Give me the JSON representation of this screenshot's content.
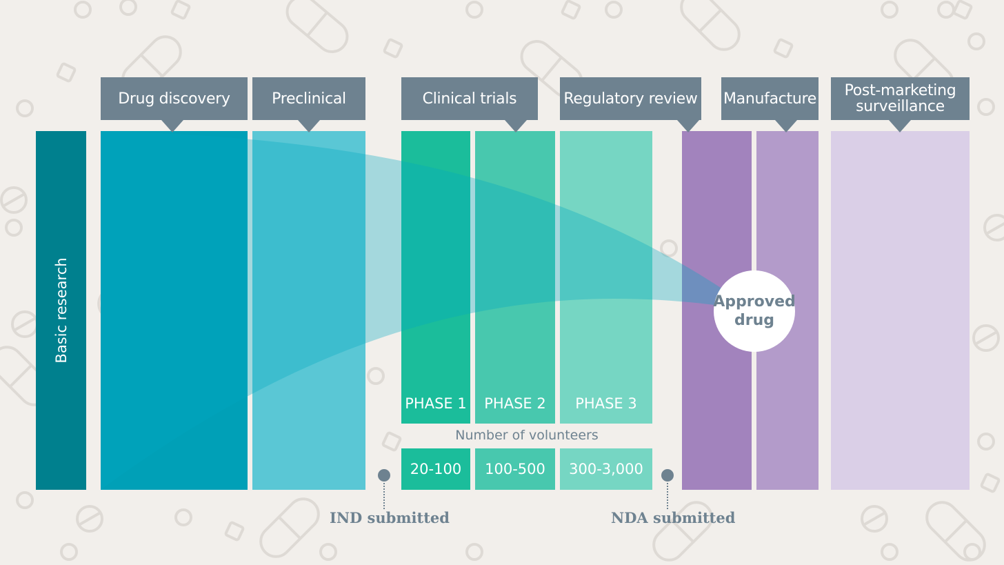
{
  "stages": {
    "basic_research": "Basic research",
    "drug_discovery": "Drug discovery",
    "preclinical": "Preclinical",
    "clinical_trials": "Clinical trials",
    "regulatory_review": "Regulatory review",
    "manufacture": "Manufacture",
    "post_marketing_line1": "Post-marketing",
    "post_marketing_line2": "surveillance"
  },
  "phases": [
    "PHASE 1",
    "PHASE 2",
    "PHASE 3"
  ],
  "volunteers": {
    "title": "Number of volunteers",
    "counts": [
      "20-100",
      "100-500",
      "300-3,000"
    ]
  },
  "approved": {
    "line1": "Approved",
    "line2": "drug"
  },
  "milestones": {
    "ind": "IND submitted",
    "nda": "NDA submitted"
  },
  "colors": {
    "background": "#f2efeb",
    "tag": "#6e8290",
    "basic_research": "#00808e",
    "drug_discovery": "#00a0b7",
    "preclinical": "#52c3d2",
    "phase1": "#1bbd9b",
    "phase2": "#48c8ae",
    "phase3": "#76d6c3",
    "regulatory": "#a283bd",
    "manufacture": "#b39bca",
    "post_marketing": "#dacfe7"
  }
}
